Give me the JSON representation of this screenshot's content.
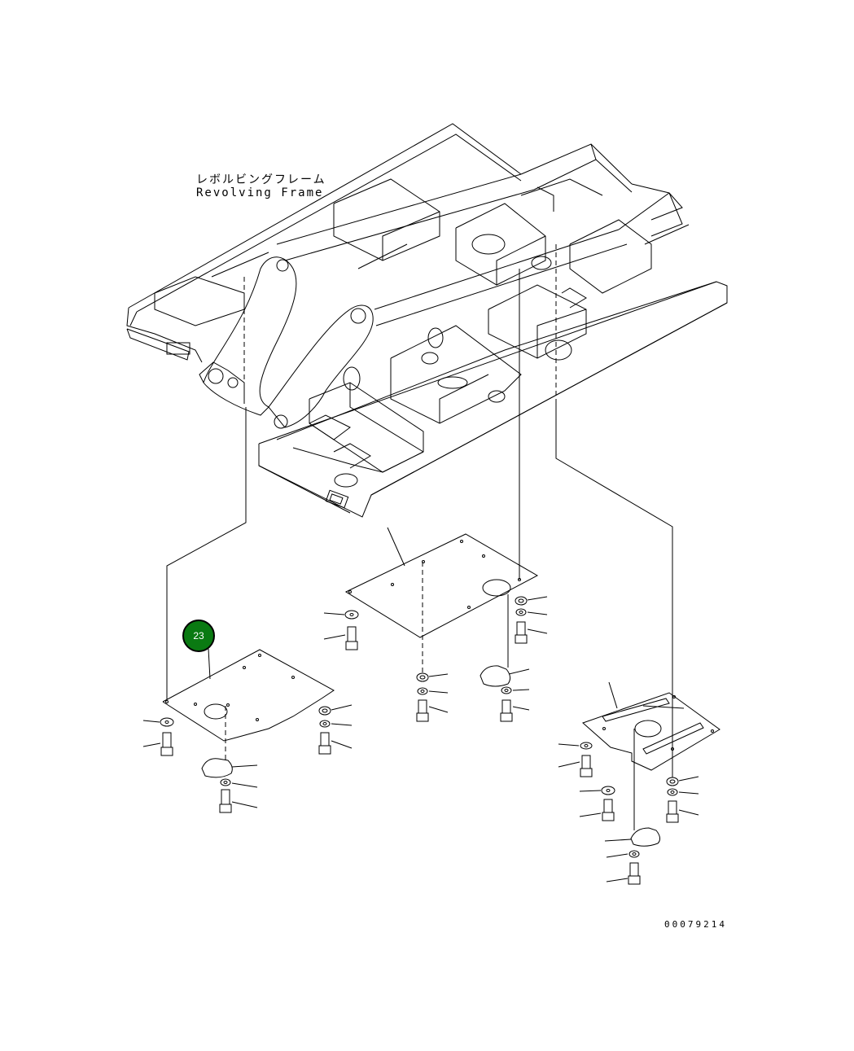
{
  "title_jp": "レボルビングフレーム",
  "title_en": "Revolving Frame",
  "drawing_number": "00079214",
  "callout": {
    "number": "23",
    "color": "#0a7a12",
    "text_color": "#ffffff"
  },
  "line_color": "#000000",
  "background": "#ffffff"
}
